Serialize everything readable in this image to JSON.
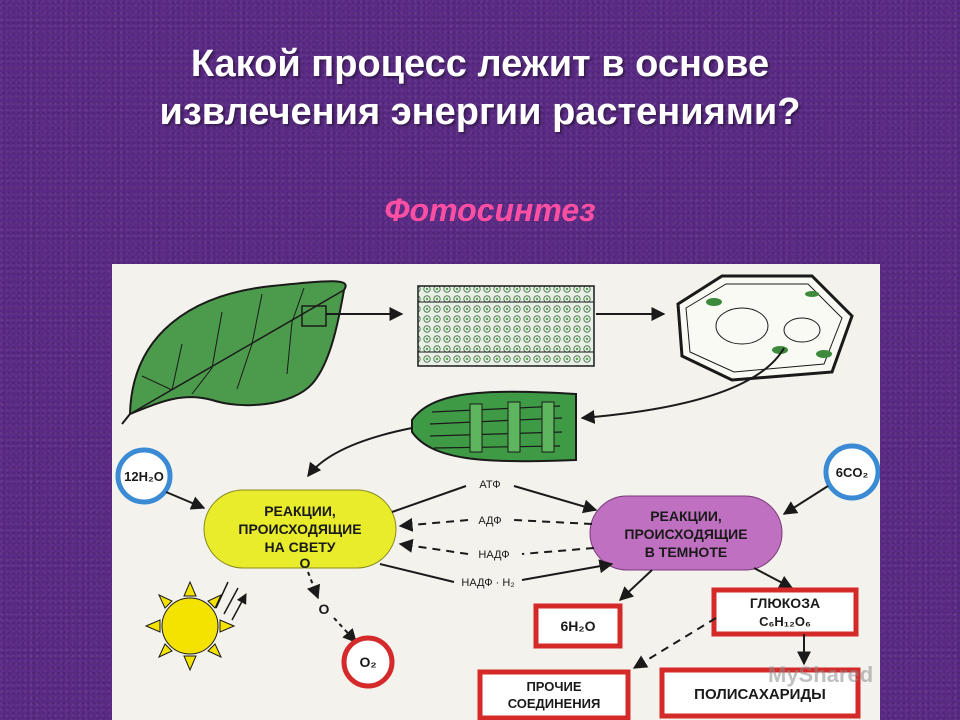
{
  "slide": {
    "question_line1": "Какой процесс лежит в основе",
    "question_line2": "извлечения энергии растениями?",
    "answer": "Фотосинтез"
  },
  "diagram": {
    "water_in": "12H₂O",
    "co2_in": "6CO₂",
    "light_reactions": [
      "РЕАКЦИИ,",
      "ПРОИСХОДЯЩИЕ",
      "НА СВЕТУ"
    ],
    "dark_reactions": [
      "РЕАКЦИИ,",
      "ПРОИСХОДЯЩИЕ",
      "В ТЕМНОТЕ"
    ],
    "atp": "АТФ",
    "adp": "АДФ",
    "nadp": "НАДФ",
    "nadph": "НАДФ · Н₂",
    "oxygen_atom_1": "O",
    "oxygen_atom_2": "O",
    "oxygen_out": "O₂",
    "water_out": "6H₂O",
    "glucose": "ГЛЮКОЗА",
    "glucose_formula": "C₆H₁₂O₆",
    "other_compounds": [
      "ПРОЧИЕ",
      "СОЕДИНЕНИЯ"
    ],
    "polysaccharides": "ПОЛИСАХАРИДЫ"
  },
  "colors": {
    "background": "#5b2a86",
    "answer": "#ff4fa3",
    "leaf": "#3f9a45",
    "light_reactions": "#e8ec2a",
    "dark_reactions": "#c070c0",
    "box_border": "#d42a2a",
    "water_circle": "#3a8ad4",
    "oxygen_circle": "#d42a2a"
  },
  "watermark": "MyShared"
}
